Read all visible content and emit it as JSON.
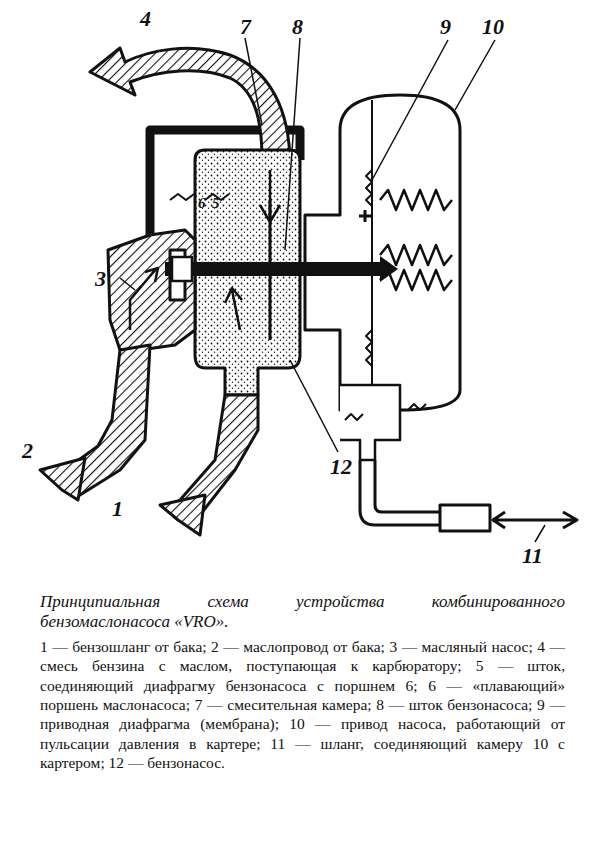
{
  "diagram": {
    "caption": "Принципиальная схема устройства комбинированного бензомаслонасоса «VRO».",
    "labels": [
      "4",
      "7",
      "8",
      "9",
      "10",
      "6",
      "5",
      "3",
      "2",
      "12",
      "1",
      "11",
      "1 — бензошланг от бака; 2 — маслопровод от бака; 3 — масляный насос; 4 — смесь бензина с маслом, поступающая к карбюратору; 5 — шток, соединяющий диафрагму бензонасоса с поршнем 6; 6 — «плавающий» поршень маслонасоса; 7 — смесительная камера; 8 — шток бензонасоса; 9 — приводная диафрагма (мембрана); 10 — привод насоса, работающий от пульсации давления в картере; 11 — шланг, соединяющий камеру 10 с картером; 12 — бензонасос."
    ]
  }
}
